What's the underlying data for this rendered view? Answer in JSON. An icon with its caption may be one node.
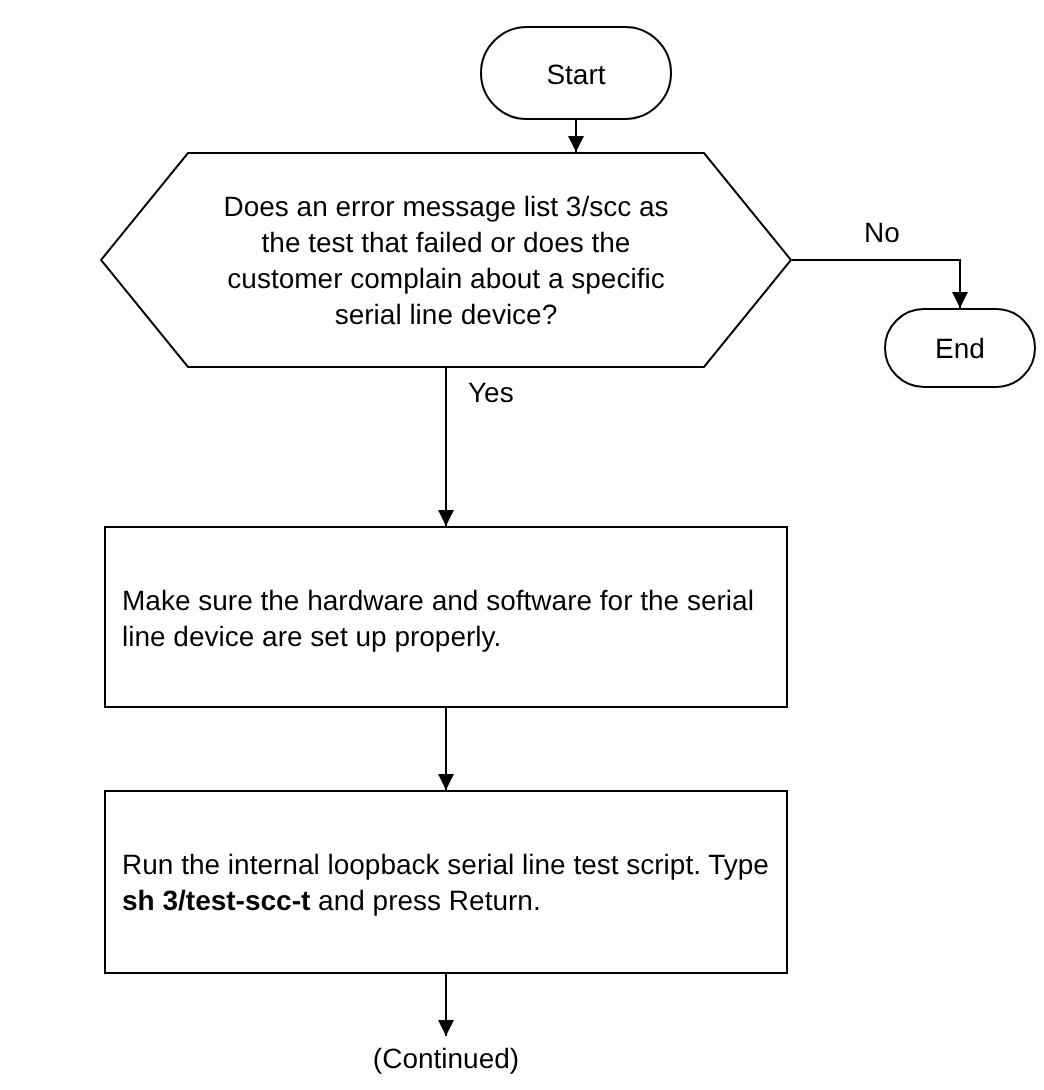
{
  "diagram": {
    "nodes": [
      {
        "text": [
          "Start"
        ]
      },
      {
        "text": [
          "Does an error message list 3/scc as the test that failed or does the customer complain about a specific serial line device?"
        ]
      },
      {
        "text": [
          "End"
        ]
      },
      {
        "text": [
          "Make sure the hardware and software for the serial line device are set up properly."
        ]
      },
      {
        "text": [
          "Run the internal loopback serial line test script.  Type **sh 3/test-scc-t** and press Return."
        ]
      },
      {
        "text": [
          "(Continued)"
        ]
      }
    ],
    "edges": [
      {
        "from": 0,
        "to": 1,
        "arrow": "to"
      },
      {
        "from": 1,
        "to": 3,
        "arrow": "to",
        "label": "Yes"
      },
      {
        "from": 1,
        "to": 2,
        "arrow": "to",
        "label": "No"
      },
      {
        "from": 3,
        "to": 4,
        "arrow": "to"
      },
      {
        "from": 4,
        "to": 5,
        "arrow": "to"
      }
    ]
  }
}
